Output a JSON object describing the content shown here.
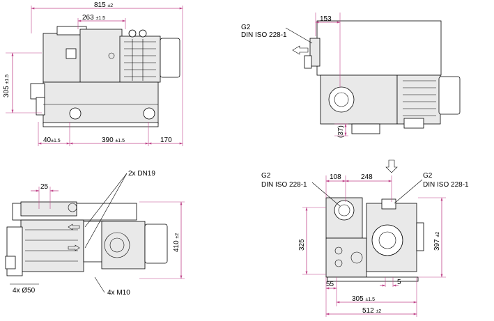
{
  "views": {
    "top_left": {
      "dim_overall_width": "815",
      "dim_overall_width_tol": "±2",
      "dim_offset": "263",
      "dim_offset_tol": "±1.5",
      "dim_height": "305",
      "dim_height_tol": "±1.5",
      "dim_left_foot": "40",
      "dim_left_foot_tol": "±1.5",
      "dim_foot_spacing": "390",
      "dim_foot_spacing_tol": "±1.5",
      "dim_right": "170"
    },
    "top_right": {
      "connection_label_1": "G2",
      "connection_label_2": "DIN ISO 228-1",
      "dim_connection_offset": "153",
      "dim_drain": "(37)"
    },
    "bottom_left": {
      "dim_flange_spacing": "25",
      "connection_label": "2x DN19",
      "dim_height": "410",
      "dim_height_tol": "±2",
      "holes_label": "4x Ø50",
      "bolts_label": "4x M10"
    },
    "bottom_right": {
      "inlet_label_1": "G2",
      "inlet_label_2": "DIN ISO 228-1",
      "outlet_label_1": "G2",
      "outlet_label_2": "DIN ISO 228-1",
      "dim_inlet_width": "108",
      "dim_outlet_offset": "248",
      "dim_height": "325",
      "dim_overall_height": "397",
      "dim_overall_height_tol": "±2",
      "dim_left_offset": "55",
      "dim_small": "5",
      "dim_foot_spacing": "305",
      "dim_foot_spacing_tol": "±1.5",
      "dim_overall_width": "512",
      "dim_overall_width_tol": "±2"
    }
  }
}
